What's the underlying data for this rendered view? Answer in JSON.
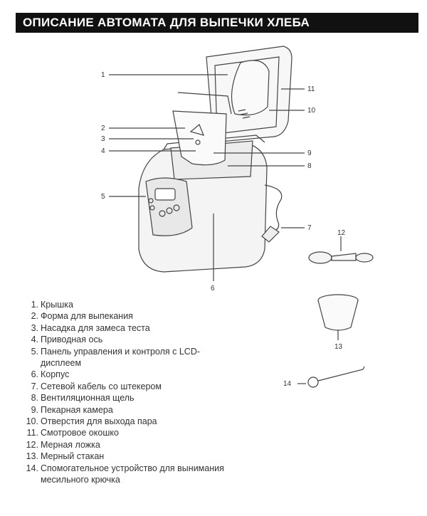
{
  "header": {
    "title": "ОПИСАНИЕ АВТОМАТА ДЛЯ ВЫПЕЧКИ ХЛЕБА"
  },
  "callouts": [
    "1",
    "2",
    "3",
    "4",
    "5",
    "6",
    "7",
    "8",
    "9",
    "10",
    "11",
    "12",
    "13",
    "14"
  ],
  "legend": [
    {
      "num": "1.",
      "text": "Крышка"
    },
    {
      "num": "2.",
      "text": "Форма для выпекания"
    },
    {
      "num": "3.",
      "text": "Насадка для замеса теста"
    },
    {
      "num": "4.",
      "text": "Приводная ось"
    },
    {
      "num": "5.",
      "text": "Панель управления и контроля с LCD-дисплеем"
    },
    {
      "num": "6.",
      "text": "Корпус"
    },
    {
      "num": "7.",
      "text": "Сетевой кабель со штекером"
    },
    {
      "num": "8.",
      "text": "Вентиляционная щель"
    },
    {
      "num": "9.",
      "text": "Пекарная камера"
    },
    {
      "num": "10.",
      "text": "Отверстия для выхода пара"
    },
    {
      "num": "11.",
      "text": "Смотровое окошко"
    },
    {
      "num": "12.",
      "text": "Мерная ложка"
    },
    {
      "num": "13.",
      "text": "Мерный стакан"
    },
    {
      "num": "14.",
      "text": "Спомогательное устройство для вынимания месильного крючка"
    }
  ]
}
